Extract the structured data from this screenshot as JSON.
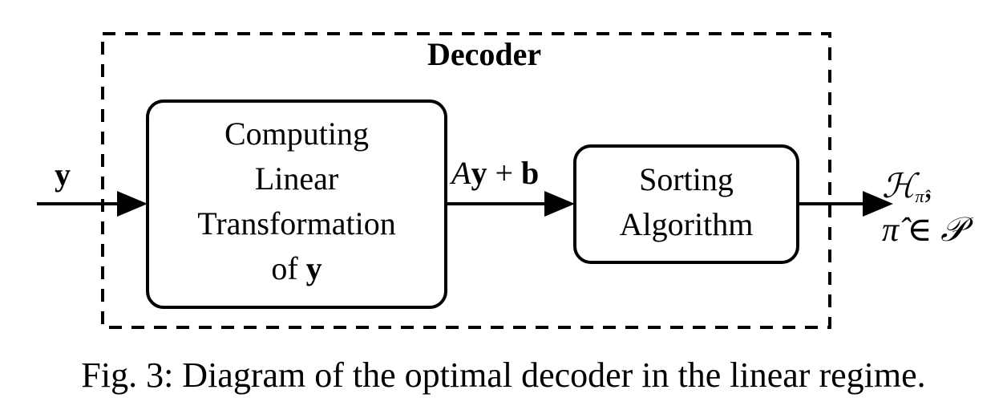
{
  "decoder": {
    "title": "Decoder"
  },
  "input": {
    "label": "y"
  },
  "box1": {
    "line1": "Computing",
    "line2": "Linear",
    "line3": "Transformation",
    "line4_prefix": "of ",
    "line4_var": "y"
  },
  "intermediate": {
    "A": "A",
    "y": "y",
    "plus": " + ",
    "b": "b"
  },
  "box2": {
    "line1": "Sorting",
    "line2": "Algorithm"
  },
  "output": {
    "H": "ℋ",
    "H_sub": "π̂",
    "comma": ",",
    "pi_hat": "π̂",
    "in": " ∈ ",
    "P": "𝒫"
  },
  "caption": "Fig. 3: Diagram of the optimal decoder in the linear regime."
}
